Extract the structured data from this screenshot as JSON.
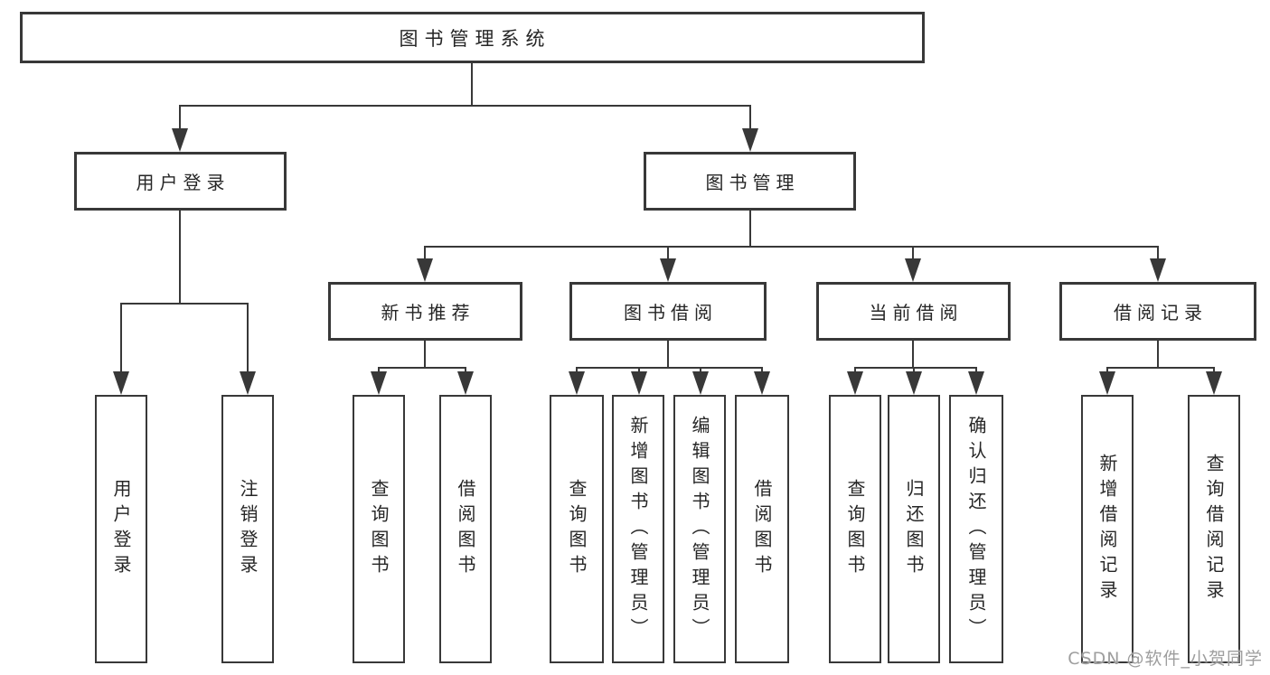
{
  "diagram": {
    "type": "hierarchy",
    "root": {
      "label": "图书管理系统",
      "children": [
        {
          "label": "用户登录",
          "children": [
            {
              "label": "用户登录"
            },
            {
              "label": "注销登录"
            }
          ]
        },
        {
          "label": "图书管理",
          "children": [
            {
              "label": "新书推荐",
              "children": [
                {
                  "label": "查询图书"
                },
                {
                  "label": "借阅图书"
                }
              ]
            },
            {
              "label": "图书借阅",
              "children": [
                {
                  "label": "查询图书"
                },
                {
                  "label": "新增图书（管理员）"
                },
                {
                  "label": "编辑图书（管理员）"
                },
                {
                  "label": "借阅图书"
                }
              ]
            },
            {
              "label": "当前借阅",
              "children": [
                {
                  "label": "查询图书"
                },
                {
                  "label": "归还图书"
                },
                {
                  "label": "确认归还（管理员）"
                }
              ]
            },
            {
              "label": "借阅记录",
              "children": [
                {
                  "label": "新增借阅记录"
                },
                {
                  "label": "查询借阅记录"
                }
              ]
            }
          ]
        }
      ]
    }
  },
  "watermark": {
    "text": "CSDN @软件_小贺同学"
  },
  "colors": {
    "background": "#ffffff",
    "box_border": "#383838",
    "box_fill": "#ffffff",
    "connector": "#383838",
    "text": "#262626",
    "watermark": "#9e9e9e"
  }
}
